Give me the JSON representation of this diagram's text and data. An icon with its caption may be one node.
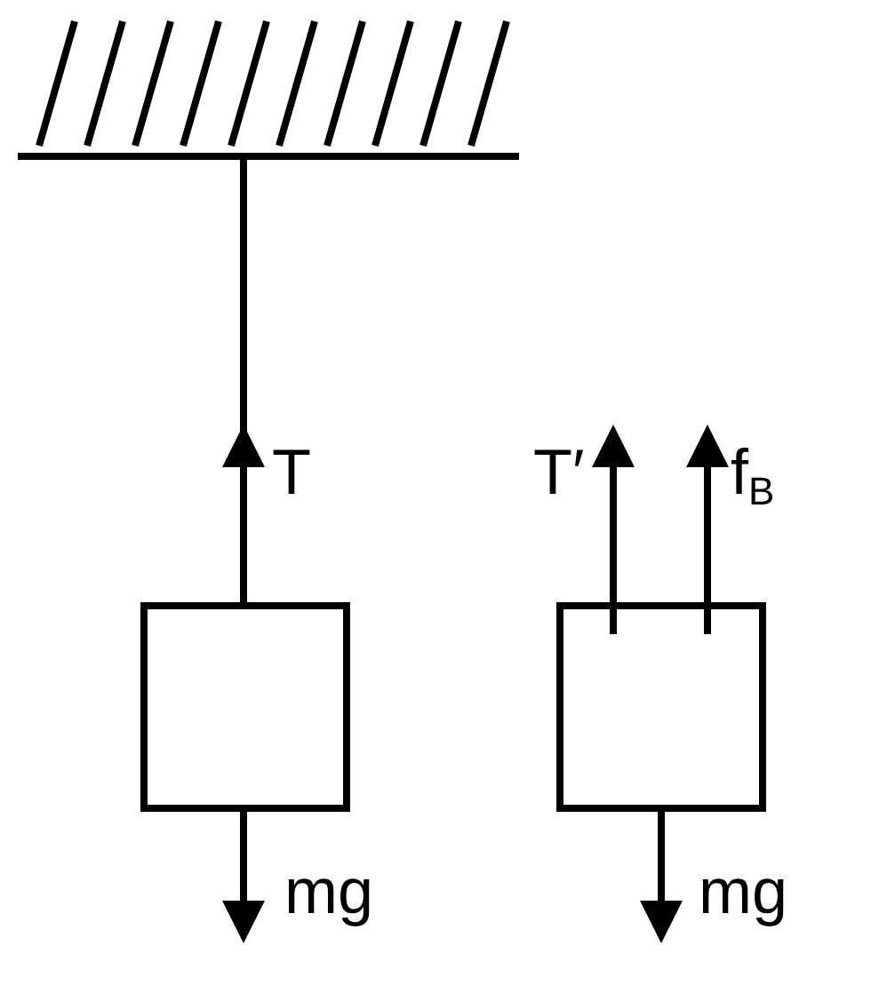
{
  "diagram": {
    "nodes": [
      {
        "text": [],
        "shape": "bar"
      },
      {
        "text": [],
        "shape": "box"
      },
      {
        "text": [],
        "shape": "box"
      }
    ],
    "edges": [
      {
        "from": 1,
        "to": 0,
        "arrow": "none"
      }
    ],
    "labels": [
      "T",
      "T′",
      "f$_{B}$",
      "mg",
      "mg"
    ]
  }
}
